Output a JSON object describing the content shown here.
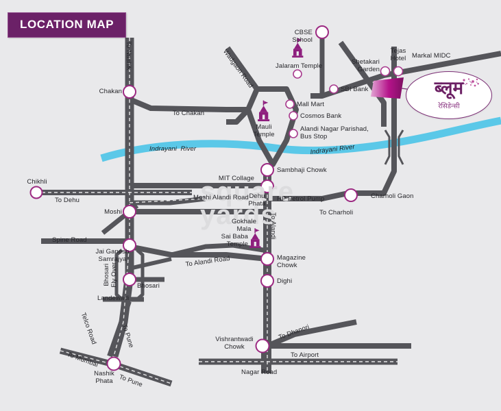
{
  "banner": {
    "title": "LOCATION MAP"
  },
  "watermark": {
    "line1": "square",
    "line2": "yards"
  },
  "logo": {
    "name": "ब्लूम",
    "subtitle": "रेसिडेन्सी",
    "accent_color": "#6b1f63",
    "marker_color": "#b5138a"
  },
  "colors": {
    "background": "#e9e9eb",
    "road": "#55555a",
    "road_light": "#6e6e74",
    "river": "#5bc8e8",
    "node_stroke": "#9c2a82",
    "node_fill": "#ffffff",
    "banner": "#6b2167",
    "temple_icon": "#8e1f7e"
  },
  "river": {
    "label": "Indrayani River",
    "label_2": "Indrayani River"
  },
  "pois": [
    {
      "name": "CBSE School",
      "type": "school"
    },
    {
      "name": "Jalaram Temple",
      "type": "temple"
    },
    {
      "name": "Shetakari Garden",
      "type": "garden"
    },
    {
      "name": "Tejas Hotel",
      "type": "hotel"
    },
    {
      "name": "SBI Bank",
      "type": "bank"
    },
    {
      "name": "Mall Mart",
      "type": "retail"
    },
    {
      "name": "Cosmos Bank",
      "type": "bank"
    },
    {
      "name": "Alandi Nagar Parishad, Bus Stop",
      "type": "transit"
    },
    {
      "name": "Mauli Temple",
      "type": "temple"
    },
    {
      "name": "Sai Baba Temple",
      "type": "temple"
    },
    {
      "name": "Gokhale Mala",
      "type": "locality"
    },
    {
      "name": "HP Petrol Pump",
      "type": "fuel"
    },
    {
      "name": "MIT Collage",
      "type": "college"
    }
  ],
  "junctions": [
    {
      "name": "Chakan"
    },
    {
      "name": "Chikhli"
    },
    {
      "name": "Moshi"
    },
    {
      "name": "Jai Ganesh Samrajya"
    },
    {
      "name": "Bhosari"
    },
    {
      "name": "Landewadi"
    },
    {
      "name": "Nashik Phata"
    },
    {
      "name": "Sambhaji Chowk"
    },
    {
      "name": "Dehu Phata"
    },
    {
      "name": "Magazine Chowk"
    },
    {
      "name": "Dighi"
    },
    {
      "name": "Charholi Gaon"
    },
    {
      "name": "Vishrantwadi Chowk"
    }
  ],
  "roads": [
    {
      "name": "To Nashik"
    },
    {
      "name": "To Chakan"
    },
    {
      "name": "Wadgaon Road"
    },
    {
      "name": "Markal MIDC"
    },
    {
      "name": "To Dehu"
    },
    {
      "name": "Spine Road"
    },
    {
      "name": "Moshi Alandi Road"
    },
    {
      "name": "To Alandi"
    },
    {
      "name": "To Alandi Road"
    },
    {
      "name": "To Charholi"
    },
    {
      "name": "Bhosari Fly Over"
    },
    {
      "name": "Telco Road"
    },
    {
      "name": "To Pune"
    },
    {
      "name": "To Pune"
    },
    {
      "name": "To Mumbai"
    },
    {
      "name": "To Dhanori"
    },
    {
      "name": "To Airport"
    },
    {
      "name": "Nagar Road"
    }
  ],
  "labels": {
    "to_nashik": "To Nashik",
    "chakan": "Chakan",
    "to_chakan": "To Chakan",
    "wadgaon_road": "Wadgaon Road",
    "cbse_school": "CBSE\nSchool",
    "jalaram_temple": "Jalaram Temple",
    "shetakari_garden": "Shetakari\nGarden",
    "tejas_hotel": "Tejas\nHotel",
    "markal_midc": "Markal MIDC",
    "sbi_bank": "SBI Bank",
    "mall_mart": "Mall Mart",
    "cosmos_bank": "Cosmos Bank",
    "alandi_nagar_parishad": "Alandi Nagar Parishad,\nBus Stop",
    "mauli_temple": "Mauli\nTemple",
    "indrayani_river_left": "Indrayani  River",
    "indrayani_river_right": "Indrayani River",
    "chikhli": "Chikhli",
    "to_dehu": "To Dehu",
    "moshi": "Moshi",
    "spine_road": "Spine Road",
    "jai_ganesh_samrajya": "Jai Ganesh\nSamrajya",
    "bhosari_fly_over": "Bhosari\nFly Over",
    "bhosari": "Bhosari",
    "landewadi": "Landewadi",
    "telco_road": "Telco Road",
    "to_pune_vert": "To Pune",
    "to_mumbai": "To Mumbai",
    "nashik_phata": "Nashik\nPhata",
    "to_pune_diag": "To Pune",
    "sambhaji_chowk": "Sambhaji Chowk",
    "mit_collage": "MIT Collage",
    "moshi_alandi_road": "Moshi Alandi Road",
    "dehu_phata": "Dehu\nPhata",
    "hp_petrol_pump": "HP Petrol Pump",
    "to_alandi": "To Alandi",
    "to_charholi": "To Charholi",
    "charholi_gaon": "Charholi Gaon",
    "gokhale_mala": "Gokhale\nMala",
    "sai_baba_temple": "Sai Baba\nTemple",
    "to_alandi_road": "To Alandi Road",
    "magazine_chowk": "Magazine\nChowk",
    "dighi": "Dighi",
    "vishrantwadi_chowk": "Vishrantwadi\nChowk",
    "to_dhanori": "To Dhanori",
    "to_airport": "To Airport",
    "nagar_road": "Nagar Road"
  }
}
